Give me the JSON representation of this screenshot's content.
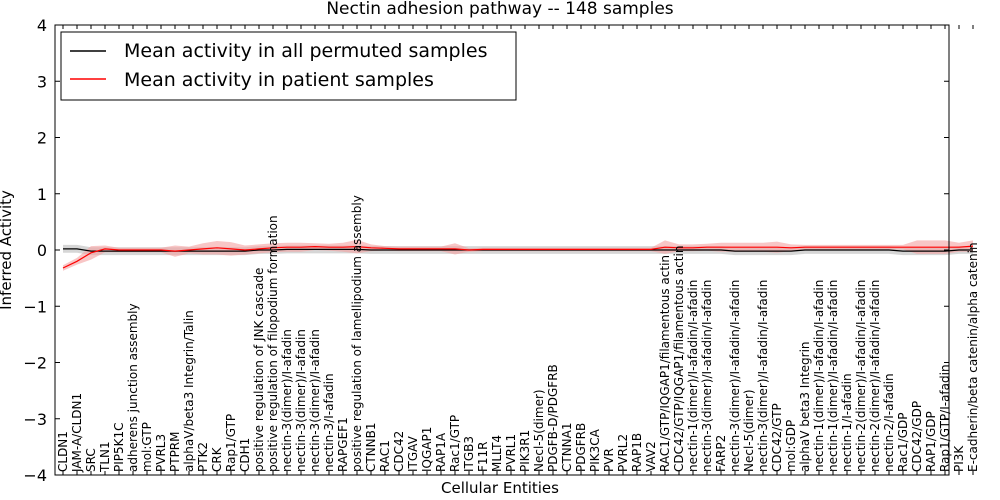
{
  "chart_data": {
    "type": "line",
    "title": "Nectin adhesion pathway -- 148 samples",
    "xlabel": "Cellular Entities",
    "ylabel": "Inferred Activity",
    "ylim": [
      -4,
      4
    ],
    "yticks": [
      -4,
      -3,
      -2,
      -1,
      0,
      1,
      2,
      3,
      4
    ],
    "grid": false,
    "legend_position": "top-left",
    "categories": [
      "CLDN1",
      "JAM-A/CLDN1",
      "SRC",
      "TLN1",
      "PIP5K1C",
      "adherens junction assembly",
      "mol:GTP",
      "PVRL3",
      "PTPRM",
      "alphaV/beta3 Integrin/Talin",
      "PTK2",
      "CRK",
      "Rap1/GTP",
      "CDH1",
      "positive regulation of JNK cascade",
      "positive regulation of filopodium formation",
      "nectin-3(dimer)/I-afadin",
      "nectin-3(dimer)/I-afadin",
      "nectin-3(dimer)/I-afadin",
      "nectin-3/I-afadin",
      "RAPGEF1",
      "positive regulation of lamellipodium assembly",
      "CTNNB1",
      "RAC1",
      "CDC42",
      "ITGAV",
      "IQGAP1",
      "RAP1A",
      "Rac1/GTP",
      "ITGB3",
      "F11R",
      "MLLT4",
      "PVRL1",
      "PIK3R1",
      "Necl-5(dimer)",
      "PDGFB-D/PDGFRB",
      "CTNNA1",
      "PDGFRB",
      "PIK3CA",
      "PVR",
      "PVRL2",
      "RAP1B",
      "VAV2",
      "RAC1/GTP/IQGAP1/filamentous actin",
      "CDC42/GTP/IQGAP1/filamentous actin",
      "nectin-1(dimer)/I-afadin/I-afadin",
      "nectin-3(dimer)/I-afadin/I-afadin",
      "FARP2",
      "nectin-3(dimer)/I-afadin/I-afadin",
      "Necl-5(dimer)",
      "nectin-3(dimer)/I-afadin/I-afadin",
      "CDC42/GTP",
      "mol:GDP",
      "alphaV beta3 Integrin",
      "nectin-1(dimer)/I-afadin/I-afadin",
      "nectin-1(dimer)/I-afadin/I-afadin",
      "nectin-1/I-afadin",
      "nectin-2(dimer)/I-afadin/I-afadin",
      "nectin-2(dimer)/I-afadin/I-afadin",
      "nectin-2/I-afadin",
      "Rac1/GDP",
      "CDC42/GDP",
      "RAP1/GDP",
      "Rap1/GTP/I-afadin",
      "PI3K",
      "E-cadherin/beta catenin/alpha catenin"
    ],
    "series": [
      {
        "name": "Mean activity in all permuted samples",
        "color": "#000000",
        "band_color": "#c8c8c8",
        "values": [
          0.02,
          0.02,
          -0.02,
          -0.02,
          -0.02,
          -0.02,
          -0.02,
          -0.02,
          -0.02,
          -0.02,
          -0.02,
          -0.02,
          -0.02,
          -0.02,
          0.0,
          0.0,
          0.01,
          0.01,
          0.01,
          0.01,
          0.01,
          0.01,
          0.0,
          0.0,
          0.0,
          0.0,
          0.0,
          0.0,
          0.0,
          0.0,
          0.0,
          0.0,
          0.0,
          0.0,
          0.0,
          0.0,
          0.0,
          0.0,
          0.0,
          0.0,
          0.0,
          0.0,
          0.0,
          0.0,
          0.0,
          0.0,
          0.0,
          0.0,
          -0.02,
          -0.02,
          -0.02,
          -0.02,
          -0.02,
          0.0,
          0.0,
          0.0,
          0.0,
          0.0,
          0.0,
          0.0,
          -0.02,
          -0.02,
          -0.02,
          -0.02,
          0.0,
          0.0
        ],
        "band": [
          0.07,
          0.07,
          0.07,
          0.07,
          0.07,
          0.07,
          0.07,
          0.07,
          0.07,
          0.07,
          0.07,
          0.07,
          0.07,
          0.07,
          0.07,
          0.07,
          0.07,
          0.07,
          0.07,
          0.07,
          0.07,
          0.07,
          0.07,
          0.07,
          0.07,
          0.07,
          0.07,
          0.07,
          0.07,
          0.07,
          0.07,
          0.07,
          0.07,
          0.07,
          0.07,
          0.07,
          0.07,
          0.07,
          0.07,
          0.07,
          0.07,
          0.07,
          0.07,
          0.07,
          0.07,
          0.07,
          0.07,
          0.07,
          0.07,
          0.07,
          0.07,
          0.07,
          0.07,
          0.07,
          0.07,
          0.07,
          0.07,
          0.07,
          0.07,
          0.07,
          0.07,
          0.07,
          0.07,
          0.07,
          0.07,
          0.07
        ]
      },
      {
        "name": "Mean activity in patient samples",
        "color": "#ff0000",
        "band_color": "#f4a0a0",
        "values": [
          -0.32,
          -0.2,
          -0.05,
          0.02,
          0.0,
          0.0,
          0.0,
          0.0,
          -0.02,
          0.0,
          0.02,
          0.04,
          0.02,
          0.0,
          0.02,
          0.04,
          0.05,
          0.05,
          0.06,
          0.05,
          0.05,
          0.06,
          0.04,
          0.03,
          0.02,
          0.02,
          0.02,
          0.02,
          0.02,
          0.0,
          0.01,
          0.01,
          0.01,
          0.01,
          0.01,
          0.01,
          0.01,
          0.01,
          0.01,
          0.01,
          0.01,
          0.01,
          0.01,
          0.05,
          0.04,
          0.04,
          0.05,
          0.05,
          0.05,
          0.05,
          0.05,
          0.05,
          0.04,
          0.05,
          0.05,
          0.05,
          0.05,
          0.05,
          0.05,
          0.05,
          0.05,
          0.05,
          0.05,
          0.05,
          0.05,
          0.07
        ],
        "band": [
          0.05,
          0.06,
          0.12,
          0.06,
          0.04,
          0.04,
          0.04,
          0.04,
          0.1,
          0.06,
          0.1,
          0.12,
          0.12,
          0.08,
          0.08,
          0.08,
          0.08,
          0.08,
          0.06,
          0.06,
          0.08,
          0.12,
          0.06,
          0.04,
          0.04,
          0.04,
          0.04,
          0.04,
          0.1,
          0.03,
          0.03,
          0.03,
          0.03,
          0.03,
          0.03,
          0.03,
          0.03,
          0.03,
          0.03,
          0.03,
          0.03,
          0.03,
          0.03,
          0.12,
          0.06,
          0.06,
          0.06,
          0.08,
          0.08,
          0.08,
          0.08,
          0.1,
          0.06,
          0.04,
          0.04,
          0.04,
          0.04,
          0.04,
          0.04,
          0.04,
          0.04,
          0.12,
          0.12,
          0.12,
          0.08,
          0.1
        ]
      }
    ]
  }
}
